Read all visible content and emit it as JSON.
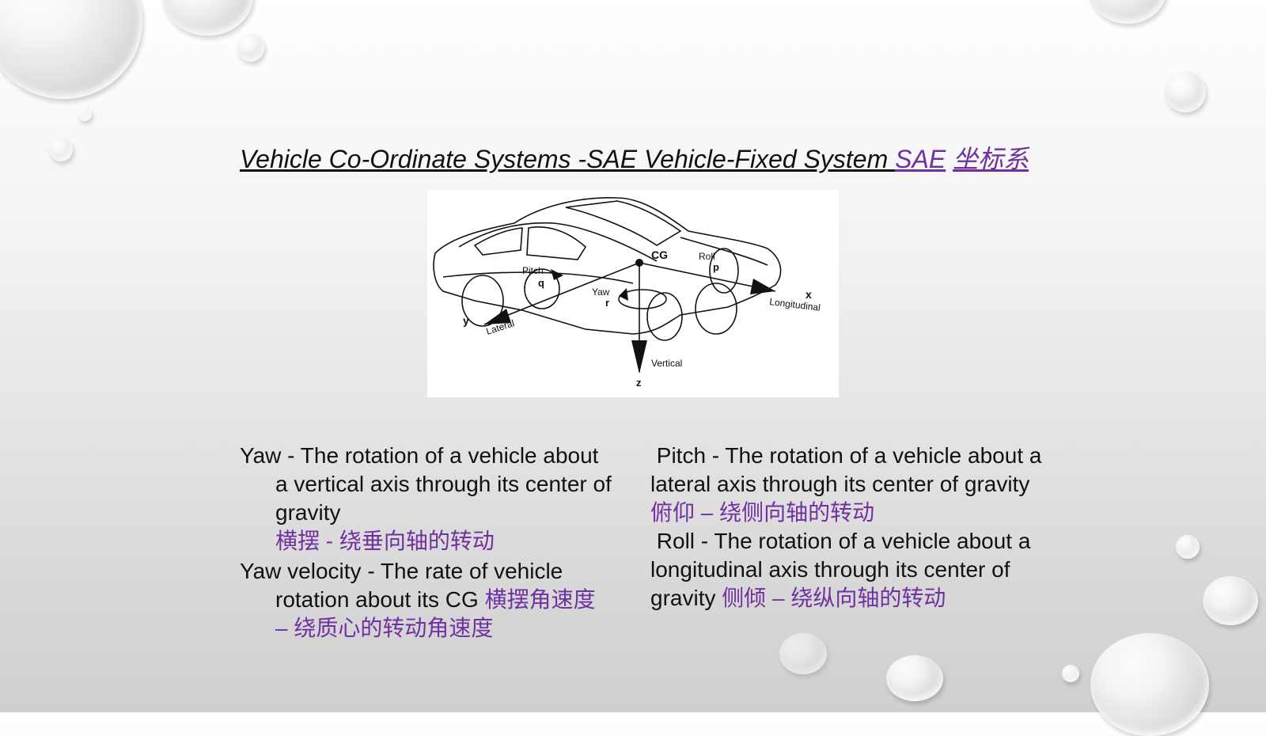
{
  "slide": {
    "title_main": "Vehicle Co-Ordinate Systems -SAE Vehicle-Fixed System ",
    "title_link_en": "SAE",
    "title_link_cn": "坐标系"
  },
  "figure": {
    "labels": {
      "cg": "CG",
      "roll": "Roll",
      "p": "p",
      "pitch": "Pitch",
      "q": "q",
      "yaw": "Yaw",
      "r": "r",
      "x": "x",
      "longitudinal": "Longitudinal",
      "y": "y",
      "lateral": "Lateral",
      "vertical": "Vertical",
      "z": "z"
    }
  },
  "left_column": {
    "yaw_en": "Yaw - The rotation of a vehicle about a vertical axis through its center of gravity",
    "yaw_cn": "横摆  - 绕垂向轴的转动",
    "yaw_velocity_en": "Yaw velocity - The rate of vehicle rotation about its CG",
    "yaw_velocity_cn": "横摆角速度 – 绕质心的转动角速度"
  },
  "right_column": {
    "pitch_en": " Pitch - The rotation of a vehicle about a lateral axis through its center of gravity",
    "pitch_cn": "俯仰 – 绕侧向轴的转动",
    "roll_en": " Roll - The rotation of a vehicle about a longitudinal axis through its center of gravity",
    "roll_cn": "侧倾 – 绕纵向轴的转动"
  }
}
